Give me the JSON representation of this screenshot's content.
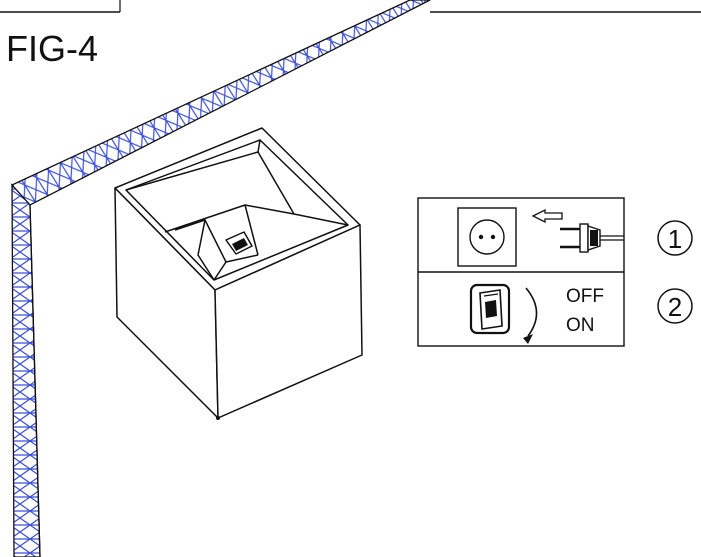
{
  "figure": {
    "title": "FIG-4"
  },
  "panel": {
    "steps": [
      {
        "number": "1",
        "icon": "plug-into-socket-icon"
      },
      {
        "number": "2",
        "icon": "rocker-switch-icon"
      }
    ],
    "switch_off_label": "OFF",
    "switch_on_label": "ON"
  },
  "colors": {
    "line": "#111111",
    "wall_hatch": "#3b4fd8",
    "background": "#ffffff"
  }
}
